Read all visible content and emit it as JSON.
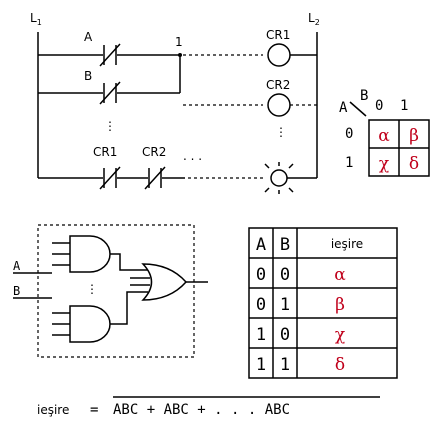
{
  "ladder": {
    "rail_left": "L",
    "rail_left_sub": "1",
    "rail_right": "L",
    "rail_right_sub": "2",
    "contact_a": "A",
    "contact_b": "B",
    "node_1": "1",
    "coil_1": "CR1",
    "coil_2": "CR2",
    "contact_cr1": "CR1",
    "contact_cr2": "CR2",
    "vdots": "⋮",
    "hdots": ". . ."
  },
  "kmap": {
    "row_var": "A",
    "col_var": "B",
    "col_headers": [
      "0",
      "1"
    ],
    "row_headers": [
      "0",
      "1"
    ],
    "cells": [
      [
        "α",
        "β"
      ],
      [
        "χ",
        "δ"
      ]
    ]
  },
  "gates": {
    "input_a": "A",
    "input_b": "B",
    "vdots": "⋮"
  },
  "truth_table": {
    "headers": [
      "A",
      "B",
      "ieşire"
    ],
    "rows": [
      [
        "0",
        "0",
        "α"
      ],
      [
        "0",
        "1",
        "β"
      ],
      [
        "1",
        "0",
        "χ"
      ],
      [
        "1",
        "1",
        "δ"
      ]
    ]
  },
  "equation": {
    "lhs": "ieşire",
    "eq": "=",
    "rhs": "ABC + ABC + . . . ABC"
  },
  "colors": {
    "accent": "#c0001b",
    "line": "#000000"
  }
}
